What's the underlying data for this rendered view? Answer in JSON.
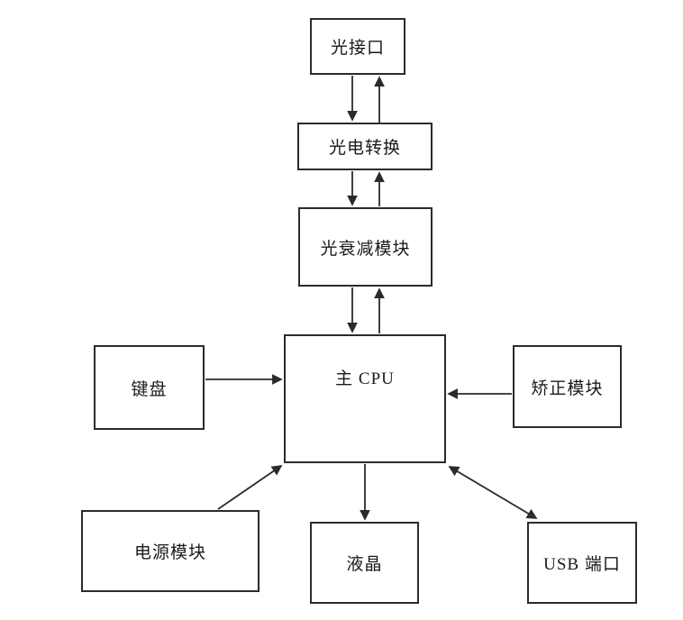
{
  "diagram": {
    "background_color": "#ffffff",
    "line_color": "#2b2b2b",
    "text_color": "#1a1a1a",
    "nodes": [
      {
        "id": "optical-interface",
        "label": "光接口"
      },
      {
        "id": "photoelectric-conversion",
        "label": "光电转换"
      },
      {
        "id": "optical-attenuation",
        "label": "光衰减模块"
      },
      {
        "id": "main-cpu",
        "label": "主 CPU"
      },
      {
        "id": "keyboard",
        "label": "键盘"
      },
      {
        "id": "correction-module",
        "label": "矫正模块"
      },
      {
        "id": "power-module",
        "label": "电源模块"
      },
      {
        "id": "lcd",
        "label": "液晶"
      },
      {
        "id": "usb-port",
        "label": "USB 端口"
      }
    ],
    "edges": [
      {
        "from": "optical-interface",
        "to": "photoelectric-conversion",
        "style": "arrow-down"
      },
      {
        "from": "photoelectric-conversion",
        "to": "optical-interface",
        "style": "arrow-up"
      },
      {
        "from": "photoelectric-conversion",
        "to": "optical-attenuation",
        "style": "arrow-down"
      },
      {
        "from": "optical-attenuation",
        "to": "photoelectric-conversion",
        "style": "arrow-up"
      },
      {
        "from": "optical-attenuation",
        "to": "main-cpu",
        "style": "arrow-down"
      },
      {
        "from": "main-cpu",
        "to": "optical-attenuation",
        "style": "arrow-up"
      },
      {
        "from": "keyboard",
        "to": "main-cpu",
        "style": "arrow-right"
      },
      {
        "from": "correction-module",
        "to": "main-cpu",
        "style": "arrow-left"
      },
      {
        "from": "power-module",
        "to": "main-cpu",
        "style": "arrow-diagonal-up-right"
      },
      {
        "from": "main-cpu",
        "to": "lcd",
        "style": "arrow-down"
      },
      {
        "from": "main-cpu",
        "to": "usb-port",
        "style": "arrow-bidirectional-diagonal"
      }
    ]
  }
}
